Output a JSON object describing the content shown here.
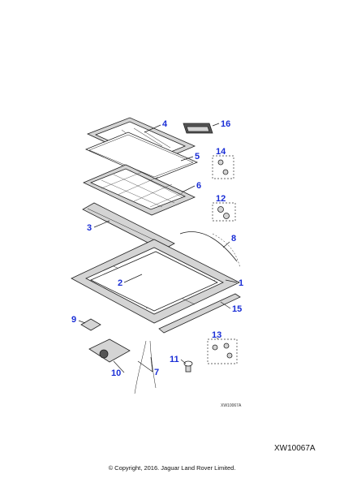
{
  "callouts": {
    "c1": "1",
    "c2": "2",
    "c3": "3",
    "c4": "4",
    "c5": "5",
    "c6": "6",
    "c7": "7",
    "c8": "8",
    "c9": "9",
    "c10": "10",
    "c11": "11",
    "c12": "12",
    "c13": "13",
    "c14": "14",
    "c15": "15",
    "c16": "16"
  },
  "illustration_code": "XW10067A",
  "reference_code": "XW10067A",
  "copyright": "© Copyright, 2016. Jaguar Land Rover Limited."
}
